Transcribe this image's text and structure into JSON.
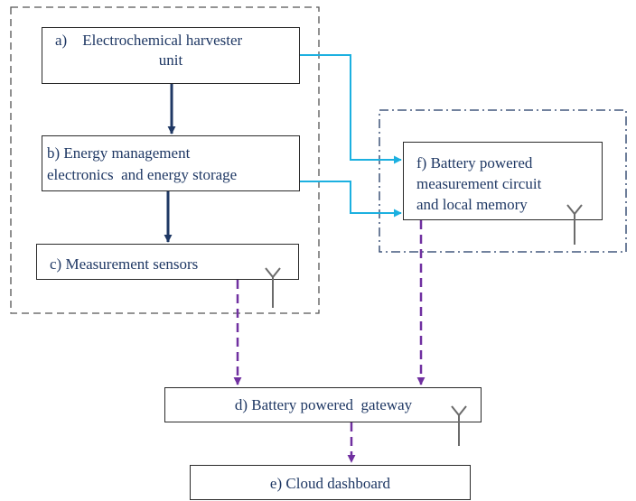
{
  "diagram": {
    "nodes": {
      "a": {
        "line1": "a)    Electrochemical harvester",
        "line2": "unit"
      },
      "b": {
        "line1": "b) Energy management",
        "line2": "electronics  and energy storage"
      },
      "c": {
        "line1": "c) Measurement sensors"
      },
      "d": {
        "line1": "d) Battery powered  gateway"
      },
      "e": {
        "line1": "e) Cloud dashboard"
      },
      "f": {
        "line1": "f) Battery powered",
        "line2": "measurement circuit",
        "line3": "and local memory"
      }
    },
    "edges": [
      {
        "from": "a",
        "to": "b",
        "style": "solid",
        "color": "#1f3864"
      },
      {
        "from": "b",
        "to": "c",
        "style": "solid",
        "color": "#1f3864"
      },
      {
        "from": "a",
        "to": "f",
        "style": "solid",
        "color": "#1cb0e0"
      },
      {
        "from": "b",
        "to": "f",
        "style": "solid",
        "color": "#1cb0e0"
      },
      {
        "from": "c",
        "to": "d",
        "style": "dashed",
        "color": "#7030a0"
      },
      {
        "from": "f",
        "to": "d",
        "style": "dashed",
        "color": "#7030a0"
      },
      {
        "from": "d",
        "to": "e",
        "style": "dashed",
        "color": "#7030a0"
      }
    ],
    "groups": [
      {
        "members": [
          "a",
          "b",
          "c"
        ],
        "style": "dashed"
      },
      {
        "members": [
          "f"
        ],
        "style": "dash-dot",
        "color": "#1f3864"
      }
    ],
    "antenna_icons": [
      "c",
      "f",
      "d"
    ]
  }
}
